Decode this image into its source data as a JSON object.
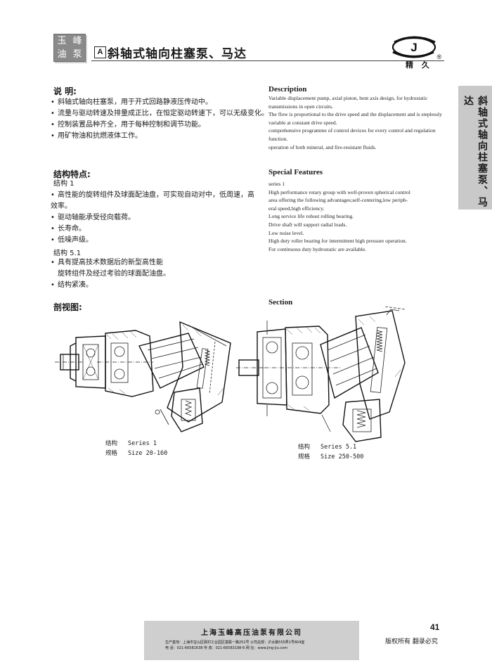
{
  "header": {
    "logo_chars": [
      "玉",
      "峰",
      "油",
      "泵"
    ],
    "badge": "A",
    "title": "斜轴式轴向柱塞泵、马达",
    "brand_letter": "J",
    "brand_name": "精 久",
    "registered": "®"
  },
  "side_tab": "斜轴式轴向柱塞泵、马达",
  "description_cn": {
    "heading": "说  明:",
    "items": [
      "斜轴式轴向柱塞泵，用于开式回路静液压传动中。",
      "流量与驱动转速及排量成正比，在恒定驱动转速下，可以无级变化。",
      "控制装置品种齐全，用于每种控制和调节功能。",
      "用矿物油和抗燃液体工作。"
    ]
  },
  "description_en": {
    "heading": "Description",
    "lines": [
      "Variable displacement pump, axial piston, bent axis design, for hydrostatic",
      "transmissions in open circuits.",
      "The flow is proportional to the drive speed and the displacement and is steplessly",
      "variable at constant drive speed.",
      "comprehensive programme of control devices for every control and regulation",
      "function.",
      "operation of both mineral, and fire-resistant fluids."
    ]
  },
  "features_cn": {
    "heading": "结构特点:",
    "series1_label": "结构 1",
    "series1_items": [
      "高性能的旋转组件及球面配油盘，可实现自动对中，低周速，高",
      "驱动轴能承受径向载荷。",
      "长寿命。",
      "低噪声级。"
    ],
    "series1_item1_cont": "效率。",
    "series51_label": "结构 5.1",
    "series51_items": [
      "具有提高技术数据后的新型高性能",
      "结构紧凑。"
    ],
    "series51_item1_cont": "旋转组件及经过考验的球面配油盘。"
  },
  "features_en": {
    "heading": "Special Features",
    "lines": [
      "series 1",
      "High performance rotary group with well-proven spherical control",
      "area offering the following advantages;self-centering,low periph-",
      "eral speed,high efficiency.",
      "Long service life robust rolling bearing.",
      "Drive shaft will support radial loads.",
      "Low noise level.",
      "High duty roller bearing for intermittent high pressure operation.",
      "For continuous duty hydrostatic are available."
    ]
  },
  "section": {
    "heading_cn": "剖视图:",
    "heading_en": "Section",
    "left_caption": {
      "k1": "结构",
      "v1": "Series 1",
      "k2": "规格",
      "v2": "Size 20-160"
    },
    "right_caption": {
      "k1": "结构",
      "v1": "Series 5.1",
      "k2": "规格",
      "v2": "Size 250-500"
    }
  },
  "footer": {
    "company": "上海玉峰高压油泵有限公司",
    "line1": "生产基地：上海市宝山区顾村工业园区富联一路251号        公司总部：沪太路555弄1号804室",
    "line2": "电    话：021-66581638        传    真：021-66583198-6        网    址：www.jing-jiu.com",
    "page_number": "41",
    "copyright": "版权所有  翻录必究"
  }
}
